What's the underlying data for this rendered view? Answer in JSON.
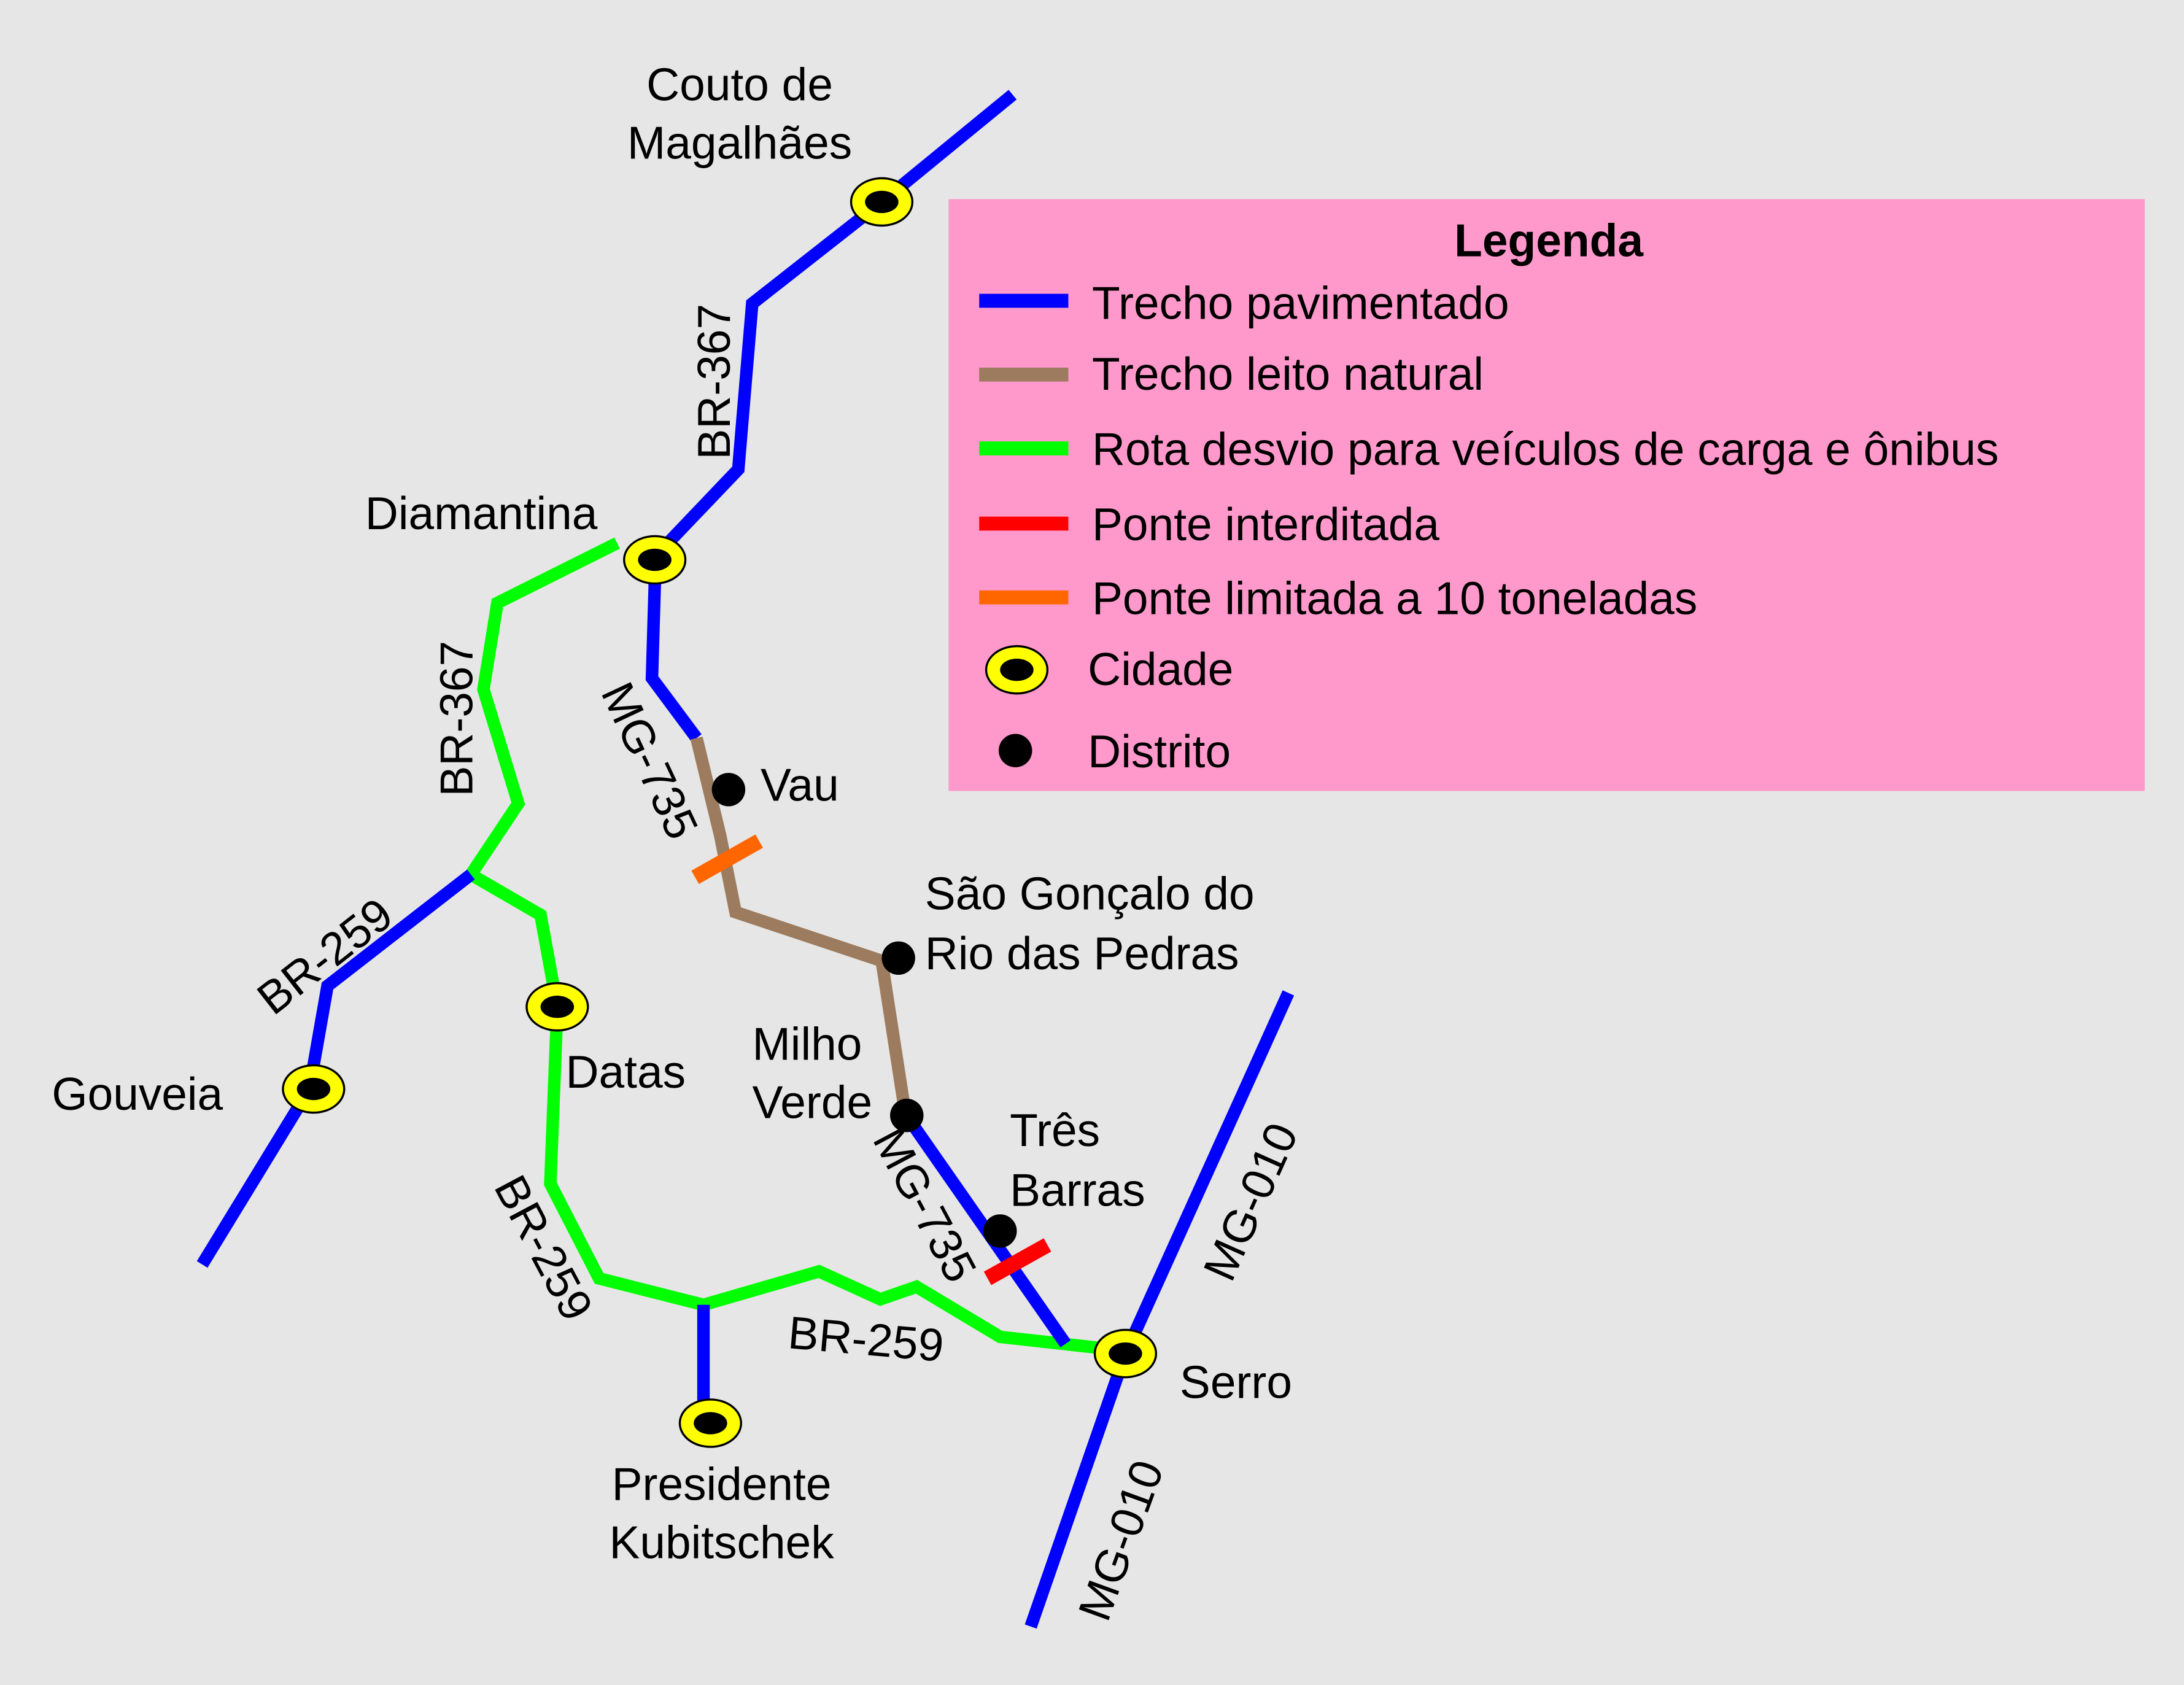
{
  "colors": {
    "background": "#e6e6e6",
    "paved": "#0000ff",
    "dirt": "#9c7b5e",
    "detour": "#00ff00",
    "bridge_closed": "#ff0000",
    "bridge_limited": "#ff6600",
    "city_fill": "#ffff00",
    "legend_bg": "#ff99cc"
  },
  "legend": {
    "title": "Legenda",
    "items": [
      {
        "label": "Trecho pavimentado",
        "symbol": "line",
        "color": "#0000ff"
      },
      {
        "label": "Trecho leito natural",
        "symbol": "line",
        "color": "#9c7b5e"
      },
      {
        "label": "Rota desvio para veículos de carga e ônibus",
        "symbol": "line",
        "color": "#00ff00"
      },
      {
        "label": "Ponte interditada",
        "symbol": "line",
        "color": "#ff0000"
      },
      {
        "label": "Ponte limitada a 10 toneladas",
        "symbol": "line",
        "color": "#ff6600"
      },
      {
        "label": "Cidade",
        "symbol": "city-icon"
      },
      {
        "label": "Distrito",
        "symbol": "district-icon"
      }
    ]
  },
  "places": {
    "couto_1": "Couto de",
    "couto_2": "Magalhães",
    "diamantina": "Diamantina",
    "gouveia": "Gouveia",
    "datas": "Datas",
    "presidente_1": "Presidente",
    "presidente_2": "Kubitschek",
    "serro": "Serro",
    "vau": "Vau",
    "sao_goncalo_1": "São Gonçalo do",
    "sao_goncalo_2": "Rio das Pedras",
    "milho_verde_1": "Milho",
    "milho_verde_2": "Verde",
    "tres_barras_1": "Três",
    "tres_barras_2": "Barras"
  },
  "roads": {
    "br367_north": "BR-367",
    "br367_west": "BR-367",
    "br259_gouveia": "BR-259",
    "br259_south": "BR-259",
    "br259_east": "BR-259",
    "mg735_north": "MG-735",
    "mg735_south": "MG-735",
    "mg010_north": "MG-010",
    "mg010_south": "MG-010"
  }
}
